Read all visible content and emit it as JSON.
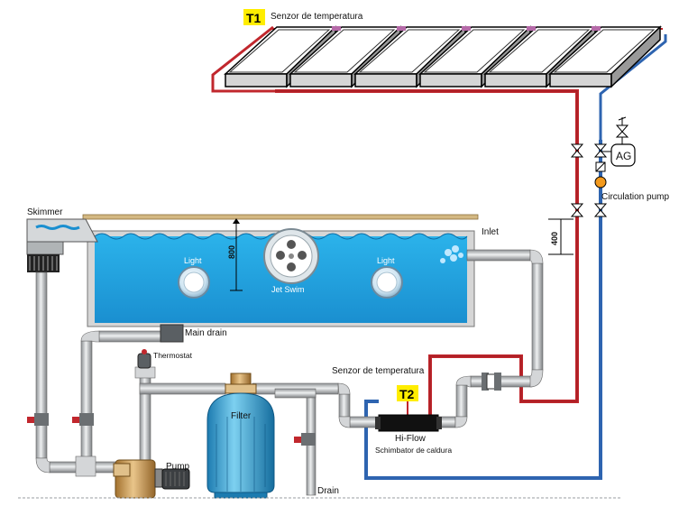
{
  "tags": {
    "t1": "T1",
    "t2": "T2"
  },
  "labels": {
    "solar_sensor": "Senzor de temperatura",
    "skimmer": "Skimmer",
    "light_left": "Light",
    "light_right": "Light",
    "jet_swim": "Jet Swim",
    "inlet": "Inlet",
    "main_drain": "Main drain",
    "thermostat": "Thermostat",
    "pool_sensor": "Senzor de temperatura",
    "filter": "Filter",
    "pump": "Pump",
    "drain": "Drain",
    "hi_flow": "Hi-Flow",
    "heat_exchanger": "Schimbator de caldura",
    "circulation_pump": "Circulation pump",
    "expansion_tank": "AG",
    "dim_800": "800",
    "dim_400": "400"
  },
  "colors": {
    "hot_pipe": "#c1272d",
    "cold_pipe": "#2e64b0",
    "water": "#1fa2dc",
    "tag_bg": "#ffed00",
    "pipe_gray": "#c8cbcd"
  }
}
